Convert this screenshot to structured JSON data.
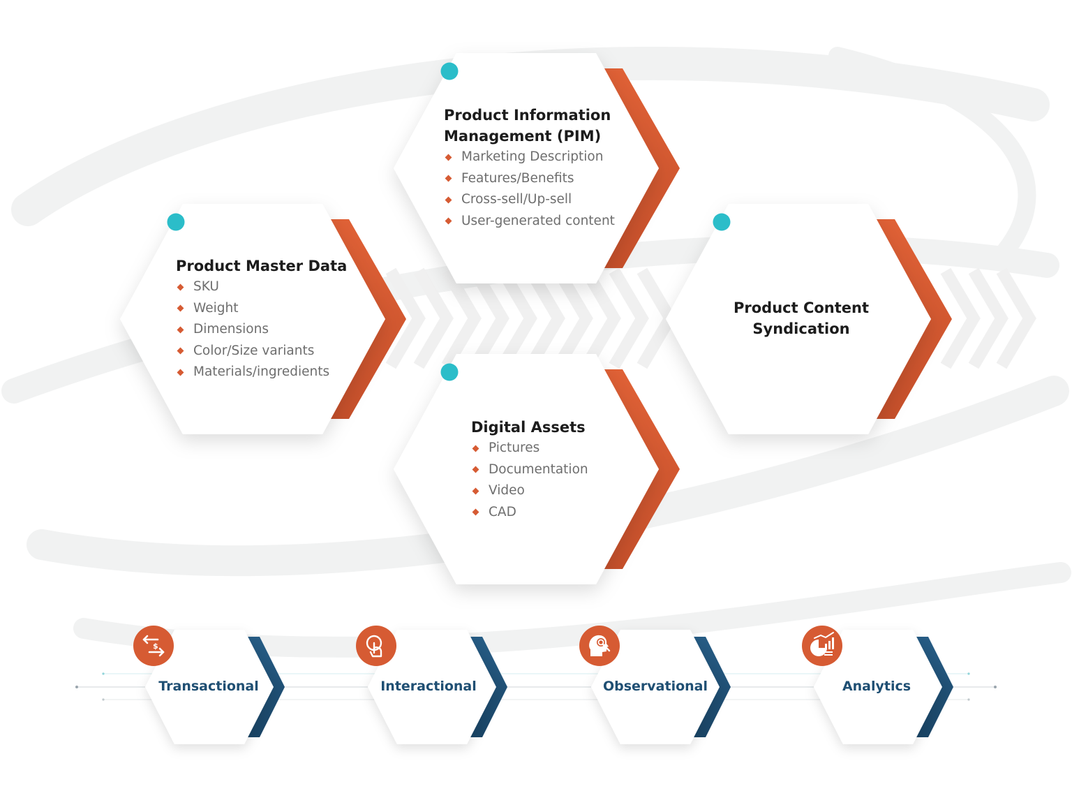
{
  "colors": {
    "accent_orange": "#d65b33",
    "accent_navy": "#1f4f73",
    "dot_teal": "#2bbdc9",
    "title_text": "#1c1c1c",
    "item_text": "#6e6e6e"
  },
  "pim": {
    "title_line1": "Product Information",
    "title_line2": "Management (PIM)",
    "items": [
      "Marketing Description",
      "Features/Benefits",
      "Cross-sell/Up-sell",
      "User-generated content"
    ]
  },
  "master": {
    "title": "Product Master Data",
    "items": [
      "SKU",
      "Weight",
      "Dimensions",
      "Color/Size variants",
      "Materials/ingredients"
    ]
  },
  "syndication": {
    "title_line1": "Product Content",
    "title_line2": "Syndication"
  },
  "assets": {
    "title": "Digital Assets",
    "items": [
      "Pictures",
      "Documentation",
      "Video",
      "CAD"
    ]
  },
  "bottom": [
    {
      "label": "Transactional",
      "icon": "exchange-dollar-icon"
    },
    {
      "label": "Interactional",
      "icon": "touch-click-icon"
    },
    {
      "label": "Observational",
      "icon": "head-search-icon"
    },
    {
      "label": "Analytics",
      "icon": "analytics-chart-icon"
    }
  ]
}
